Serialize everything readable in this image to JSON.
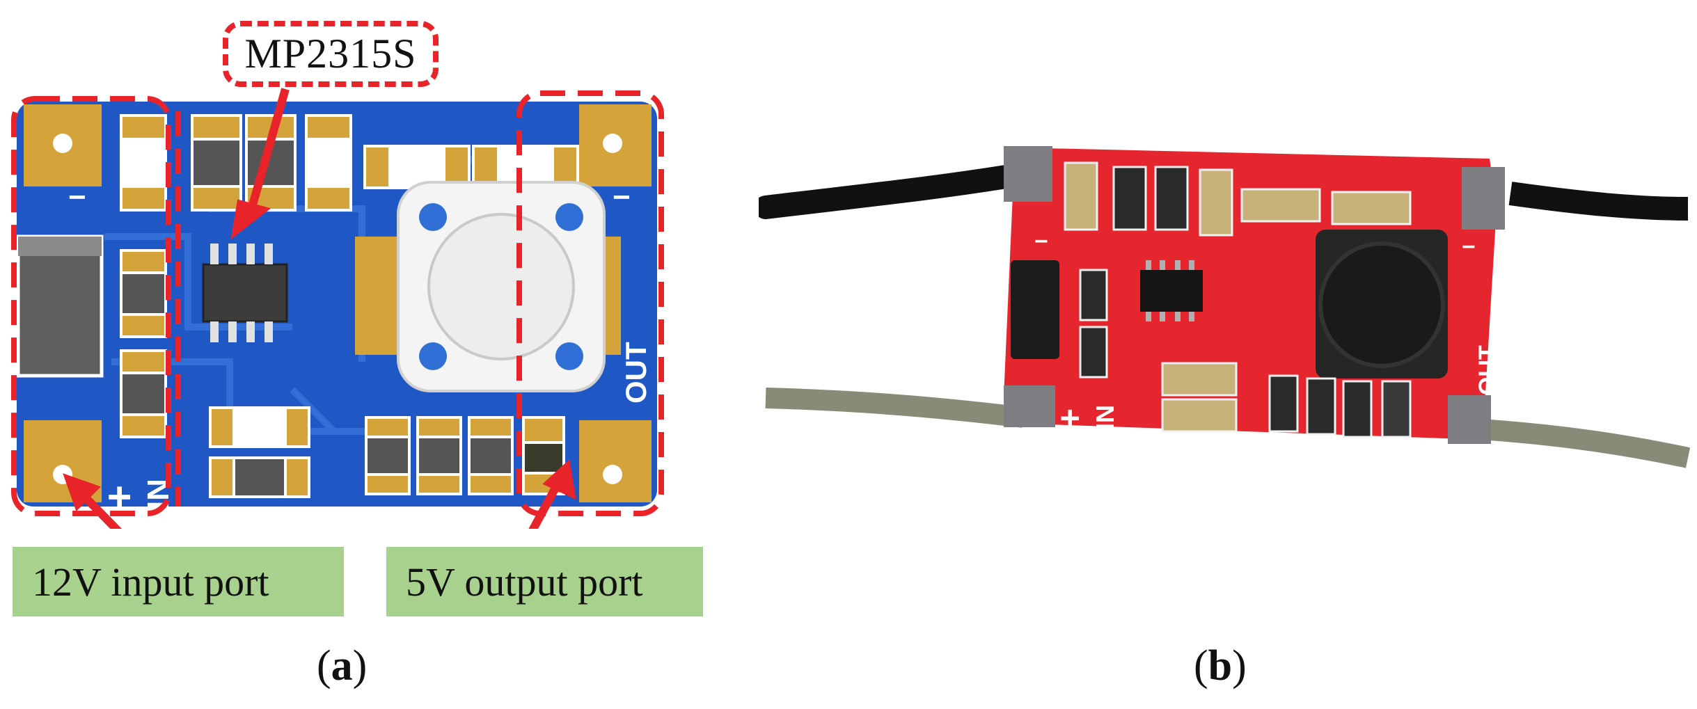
{
  "annotations": {
    "chip": "MP2315S",
    "input_port": "12V input port",
    "output_port": "5V output port"
  },
  "board_a_silk": {
    "minus": "−",
    "plus": "+",
    "in": "IN",
    "out": "OUT"
  },
  "board_b_silk": {
    "minus": "−",
    "plus": "+",
    "in": "IN",
    "out": "OUT"
  },
  "captions": {
    "a_open": "(",
    "a_letter": "a",
    "a_close": ")",
    "b_open": "(",
    "b_letter": "b",
    "b_close": ")"
  },
  "colors": {
    "pcb_blue": "#1f58c4",
    "pcb_red": "#e5262f",
    "pad_gold": "#d4a33a",
    "annotation_red": "#e8242a",
    "label_green": "#a9d18e"
  }
}
